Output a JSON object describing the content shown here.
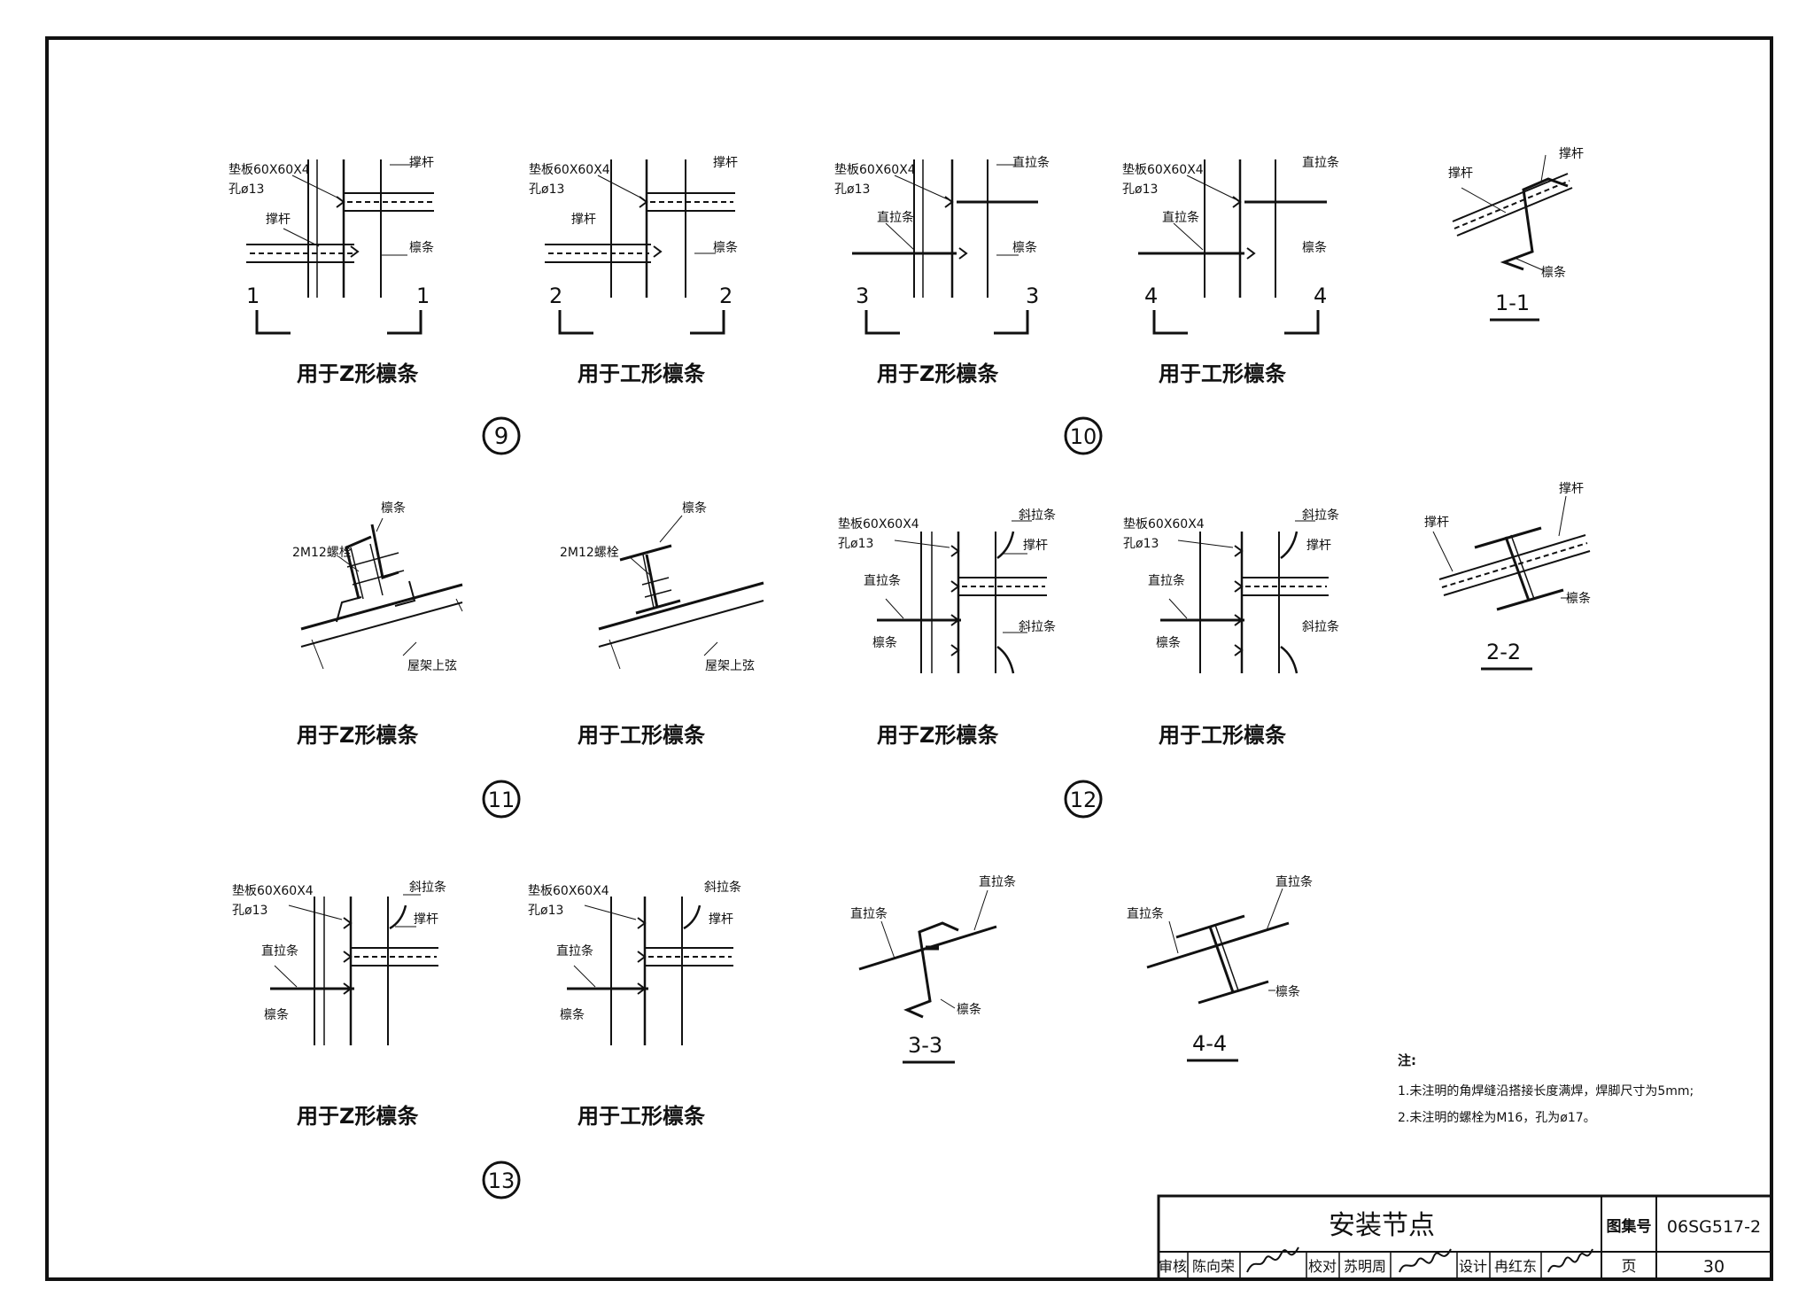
{
  "labels": {
    "pad": "垫板60X60X4",
    "hole": "孔ø13",
    "brace": "撑杆",
    "purlin": "檩条",
    "straight_tie": "直拉条",
    "diag_tie": "斜拉条",
    "bolts": "2M12螺栓",
    "chord": "屋架上弦"
  },
  "captions": {
    "z": "用于Z形檩条",
    "i": "用于工形檩条"
  },
  "cut_marks": [
    "1",
    "2",
    "3",
    "4"
  ],
  "sections": [
    "1-1",
    "2-2",
    "3-3",
    "4-4"
  ],
  "detail_numbers": [
    "9",
    "10",
    "11",
    "12",
    "13"
  ],
  "notes": {
    "title": "注:",
    "items": [
      "1.未注明的角焊缝沿搭接长度满焊，焊脚尺寸为5mm;",
      "2.未注明的螺栓为M16，孔为ø17。"
    ]
  },
  "title_block": {
    "drawing_title": "安装节点",
    "atlas_label": "图集号",
    "atlas_number": "06SG517-2",
    "page_label": "页",
    "page_number": "30",
    "review_label": "审核",
    "reviewer": "陈向荣",
    "check_label": "校对",
    "checker": "苏明周",
    "design_label": "设计",
    "designer": "冉红东"
  }
}
